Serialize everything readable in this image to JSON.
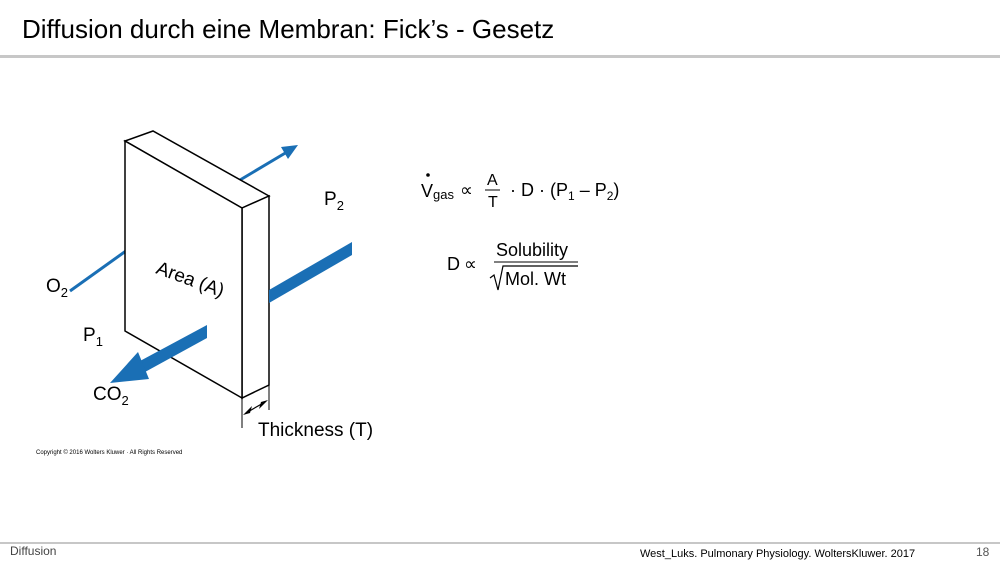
{
  "slide": {
    "title": "Diffusion durch eine Membran:  Fick’s - Gesetz",
    "footer_left": "Diffusion",
    "footer_source": "West_Luks. Pulmonary Physiology. WoltersKluwer. 2017",
    "page_number": "18"
  },
  "diagram": {
    "area_label": "Area (A)",
    "thickness_label": "Thickness (T)",
    "o2": "O",
    "o2_sub": "2",
    "co2": "CO",
    "co2_sub": "2",
    "p1": "P",
    "p1_sub": "1",
    "p2": "P",
    "p2_sub": "2",
    "copyright": "Copyright © 2016 Wolters Kluwer · All Rights Reserved",
    "arrow_color": "#1a6fb5"
  },
  "formula1": {
    "v": "V",
    "v_sub": "gas",
    "prop": "∝",
    "num": "A",
    "den": "T",
    "rest": "· D · (P",
    "s1": "1",
    "minus": " – P",
    "s2": "2",
    "close": ")"
  },
  "formula2": {
    "d": "D",
    "prop": "∝",
    "num": "Solubility",
    "den": "Mol. Wt"
  }
}
